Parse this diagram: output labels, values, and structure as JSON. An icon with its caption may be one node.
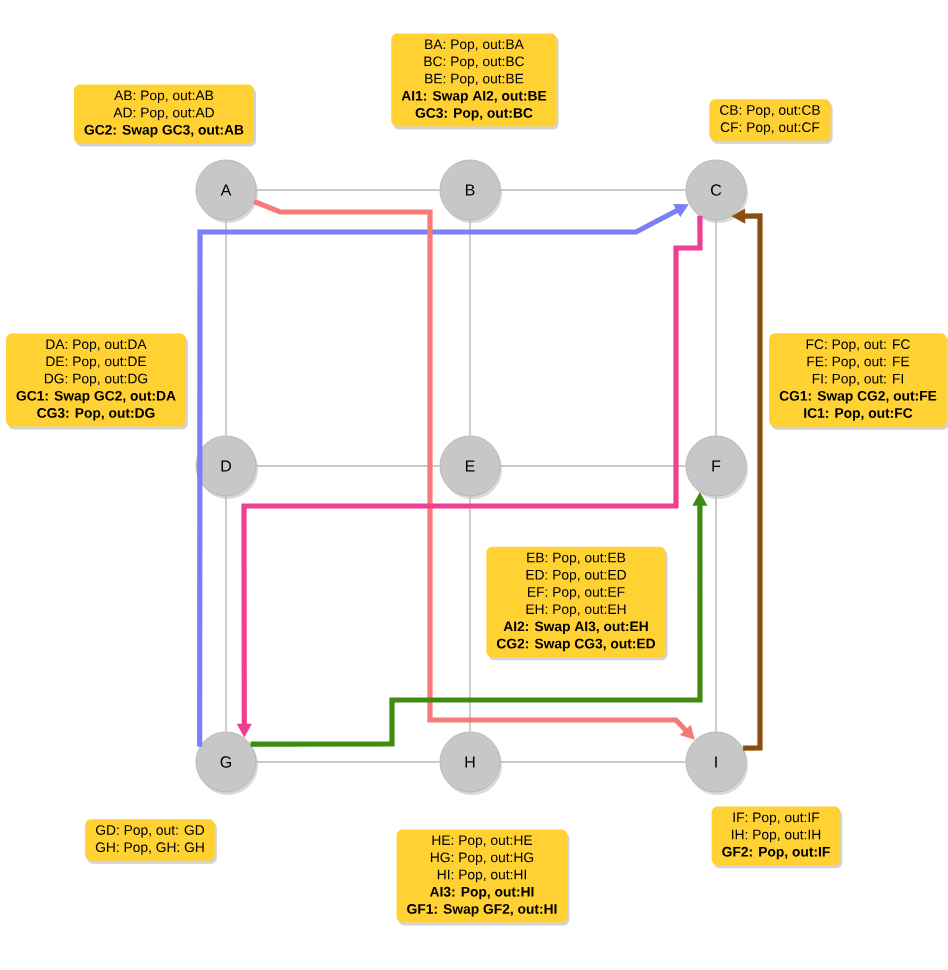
{
  "diagram": {
    "nodes": [
      {
        "text": [
          "A"
        ]
      },
      {
        "text": [
          "B"
        ]
      },
      {
        "text": [
          "C"
        ]
      },
      {
        "text": [
          "D"
        ]
      },
      {
        "text": [
          "E"
        ]
      },
      {
        "text": [
          "F"
        ]
      },
      {
        "text": [
          "G"
        ]
      },
      {
        "text": [
          "H"
        ]
      },
      {
        "text": [
          "I"
        ]
      },
      {
        "text": [
          "AB: Pop, out:AB",
          "AD: Pop, out:AD",
          "**GC2: Swap GC3, out:AB**"
        ]
      },
      {
        "text": [
          "BA: Pop, out:BA",
          "BC: Pop, out:BC",
          "BE: Pop, out:BE",
          "**AI1: Swap AI2, out:BE**",
          "**GC3: Pop, out:BC**"
        ]
      },
      {
        "text": [
          "CB: Pop, out:CB",
          "CF: Pop, out:CF"
        ]
      },
      {
        "text": [
          "DA: Pop, out:DA",
          "DE: Pop, out:DE",
          "DG: Pop, out:DG",
          "**GC1: Swap GC2, out:DA**",
          "**CG3: Pop, out:DG**"
        ]
      },
      {
        "text": [
          "EB: Pop, out:EB",
          "ED: Pop, out:ED",
          "EF: Pop, out:EF",
          "EH: Pop, out:EH",
          "**AI2: Swap AI3, out:EH**",
          "**CG2: Swap CG3, out:ED**"
        ]
      },
      {
        "text": [
          "FC: Pop, out: FC",
          "FE: Pop, out: FE",
          "FI: Pop, out: FI",
          "**CG1: Swap CG2, out:FE**",
          "**IC1: Pop, out:FC**"
        ]
      },
      {
        "text": [
          "GD: Pop, out: GD",
          "GH: Pop, GH: GH"
        ]
      },
      {
        "text": [
          "HE: Pop, out:HE",
          "HG: Pop, out:HG",
          "HI: Pop, out:HI",
          "**AI3: Pop, out:HI**",
          "**GF1: Swap GF2, out:HI**"
        ]
      },
      {
        "text": [
          "IF: Pop, out:IF",
          "IH: Pop, out:IH",
          "**GF2: Pop, out:IF**"
        ]
      }
    ],
    "edges": [
      {
        "from": 0,
        "to": 1,
        "arrow": "none"
      },
      {
        "from": 1,
        "to": 2,
        "arrow": "none"
      },
      {
        "from": 0,
        "to": 3,
        "arrow": "none"
      },
      {
        "from": 1,
        "to": 4,
        "arrow": "none"
      },
      {
        "from": 2,
        "to": 5,
        "arrow": "none"
      },
      {
        "from": 3,
        "to": 4,
        "arrow": "none"
      },
      {
        "from": 4,
        "to": 5,
        "arrow": "none"
      },
      {
        "from": 3,
        "to": 6,
        "arrow": "none"
      },
      {
        "from": 4,
        "to": 7,
        "arrow": "none"
      },
      {
        "from": 5,
        "to": 8,
        "arrow": "none"
      },
      {
        "from": 6,
        "to": 7,
        "arrow": "none"
      },
      {
        "from": 7,
        "to": 8,
        "arrow": "none"
      },
      {
        "from": 6,
        "to": 2,
        "arrow": "to",
        "style": "thick",
        "color": "#7b7ff5"
      },
      {
        "from": 0,
        "to": 8,
        "arrow": "to",
        "style": "thick",
        "color": "#f57a78"
      },
      {
        "from": 2,
        "to": 6,
        "arrow": "to",
        "style": "thick",
        "color": "#ef3f93"
      },
      {
        "from": 6,
        "to": 5,
        "arrow": "to",
        "style": "thick",
        "color": "#3f8a12"
      },
      {
        "from": 8,
        "to": 2,
        "arrow": "to",
        "style": "thick",
        "color": "#8a4e10"
      }
    ]
  }
}
